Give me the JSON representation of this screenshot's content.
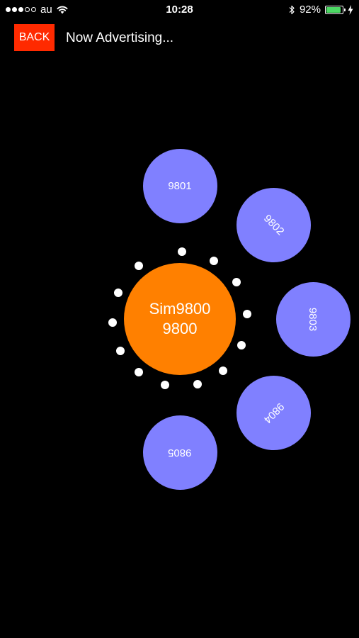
{
  "status_bar": {
    "carrier": "au",
    "time": "10:28",
    "battery_percent_label": "92%",
    "battery_level": 0.92,
    "signal_bars_filled": 3,
    "signal_bars_total": 5
  },
  "nav": {
    "back_label": "BACK",
    "title": "Now Advertising..."
  },
  "device": {
    "name": "Sim9800",
    "id": "9800"
  },
  "peers": [
    {
      "label": "9801"
    },
    {
      "label": "9802"
    },
    {
      "label": "9803"
    },
    {
      "label": "9804"
    },
    {
      "label": "9805"
    }
  ],
  "colors": {
    "back_button": "#ff2a00",
    "center_circle": "#ff8000",
    "peer_circle": "#8080ff",
    "battery_fill": "#4cd964",
    "background": "#000000"
  }
}
